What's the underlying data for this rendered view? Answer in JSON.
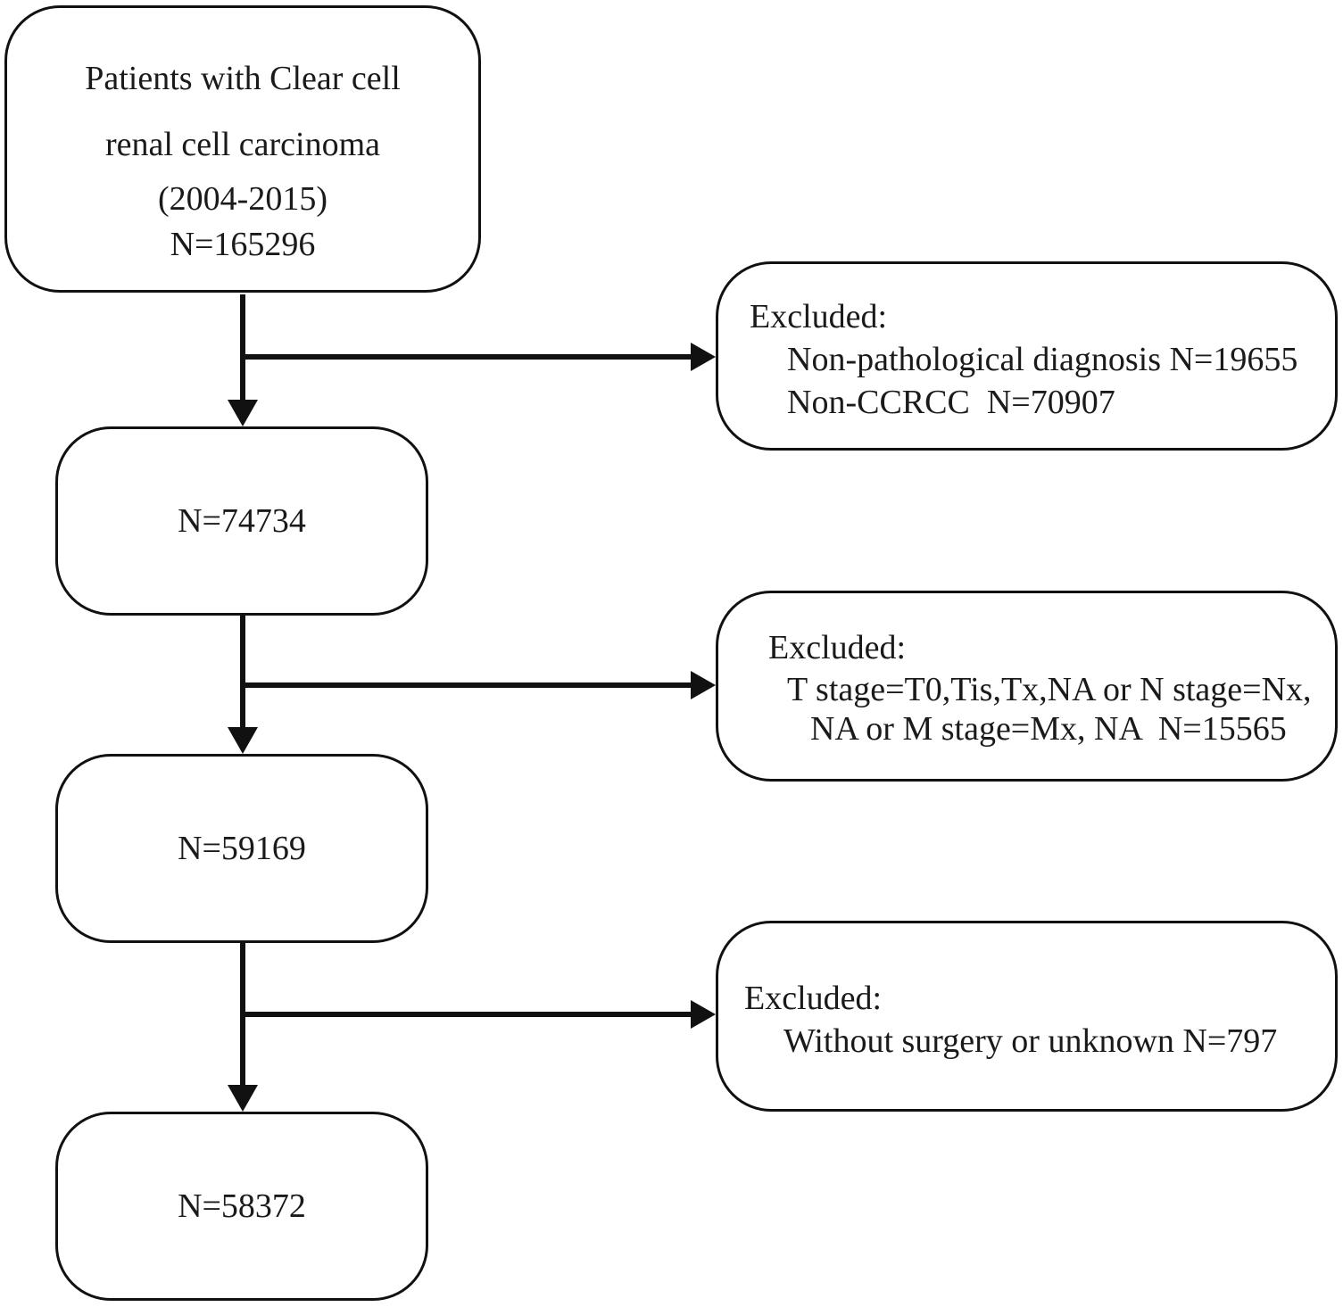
{
  "flowchart": {
    "start": {
      "line1": "Patients with Clear cell",
      "line2": "renal cell carcinoma",
      "line3": "(2004-2015)",
      "line4": "N=165296"
    },
    "step2": {
      "count": "N=74734"
    },
    "step3": {
      "count": "N=59169"
    },
    "final": {
      "count": "N=58372"
    },
    "exclusion1": {
      "heading": "Excluded:",
      "reasons": [
        "Non-pathological diagnosis N=19655",
        "Non-CCRCC  N=70907"
      ]
    },
    "exclusion2": {
      "heading": "Excluded:",
      "reasons": [
        "T stage=T0,Tis,Tx,NA or N stage=Nx,",
        "NA or M stage=Mx, NA  N=15565"
      ]
    },
    "exclusion3": {
      "heading": "Excluded:",
      "reasons": [
        "Without surgery or unknown N=797"
      ]
    }
  },
  "colors": {
    "stroke": "#111111",
    "text": "#1a1a1a",
    "background": "#ffffff"
  }
}
